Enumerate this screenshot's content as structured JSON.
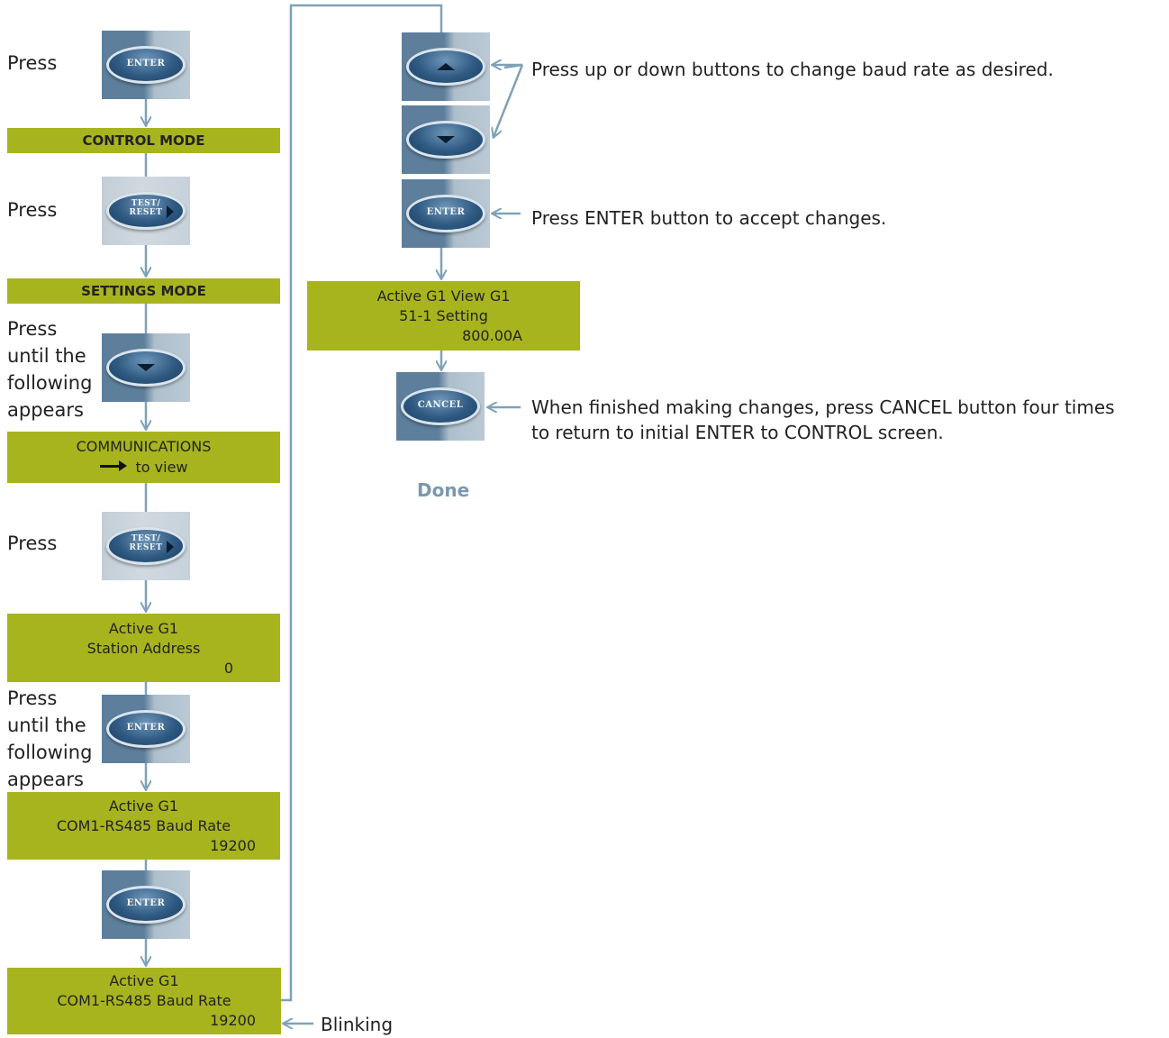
{
  "steps": {
    "press": "Press",
    "press_until": [
      "Press",
      "until the",
      "following",
      "appears"
    ]
  },
  "buttons": {
    "enter": "ENTER",
    "test_reset": [
      "TEST/",
      "RESET"
    ],
    "cancel": "CANCEL"
  },
  "screens": {
    "control_mode": "CONTROL MODE",
    "settings_mode": "SETTINGS MODE",
    "communications": {
      "line1": "COMMUNICATIONS",
      "line2": "to view"
    },
    "station_address": {
      "line1": "Active G1",
      "line2": "Station Address",
      "value": "0"
    },
    "baud_rate": {
      "line1": "Active G1",
      "line2": "COM1-RS485 Baud Rate",
      "value": "19200"
    },
    "baud_rate_blinking": {
      "line1": "Active G1",
      "line2": "COM1-RS485 Baud Rate",
      "value": "19200"
    },
    "setting_view": {
      "line1": "Active G1 View G1",
      "line2": "51-1 Setting",
      "value": "800.00A"
    }
  },
  "notes": {
    "blinking": "Blinking",
    "up_down": "Press up or down buttons to change baud rate as desired.",
    "accept": "Press ENTER button to accept changes.",
    "cancel_line1": "When finished making changes, press CANCEL button four times",
    "cancel_line2": "to return to initial ENTER to CONTROL screen.",
    "done": "Done"
  },
  "colors": {
    "lcd": "#a8b41e",
    "connector": "#7fa1b7",
    "done_text": "#7a98ad"
  }
}
